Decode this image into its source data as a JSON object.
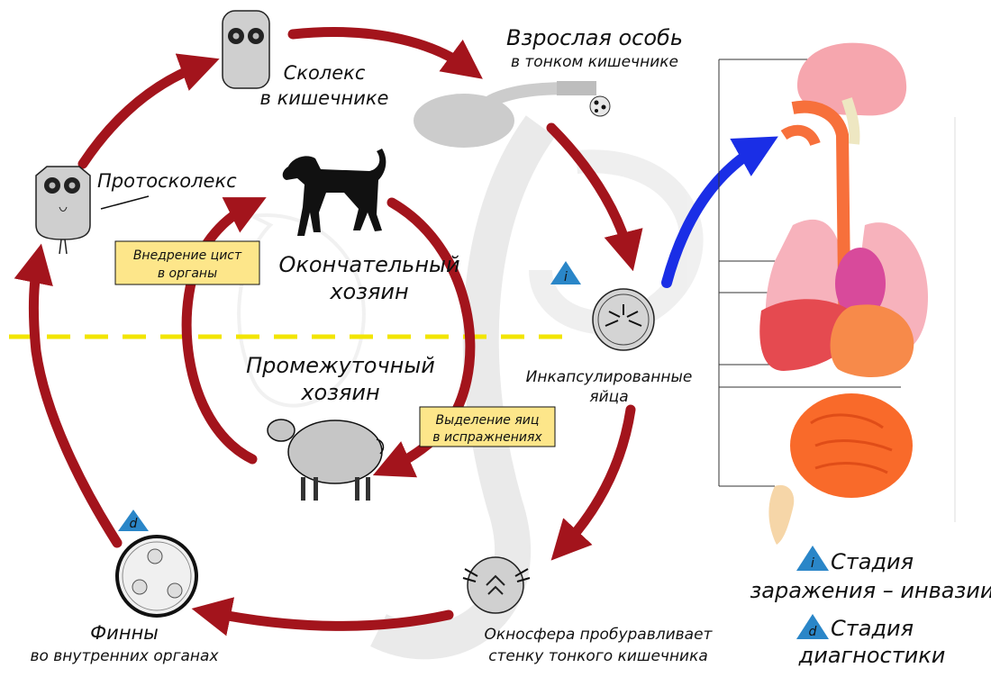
{
  "stages": {
    "adult": {
      "title": "Взрослая особь",
      "sub": "в тонком кишечнике"
    },
    "scolex": {
      "line1": "Сколекс",
      "line2": "в кишечнике"
    },
    "protoscolex": {
      "label": "Протосколекс"
    },
    "eggs": {
      "line1": "Инкапсулированные",
      "line2": "яйца"
    },
    "oncosphere": {
      "line1": "Окносфера пробуравливает",
      "line2": "стенку тонкого кишечника"
    },
    "finns": {
      "line1": "Финны",
      "line2": "во внутренних органах"
    }
  },
  "hosts": {
    "definitive": {
      "line1": "Окончательный",
      "line2": "хозяин"
    },
    "intermediate": {
      "line1": "Промежуточный",
      "line2": "хозяин"
    }
  },
  "notes": {
    "cysts": {
      "line1": "Внедрение цист",
      "line2": "в органы"
    },
    "eggs_out": {
      "line1": "Выделение яиц",
      "line2": "в испражнениях"
    }
  },
  "markers": {
    "infective": "i",
    "diagnostic": "d"
  },
  "legend": {
    "infective": {
      "line1": "Стадия",
      "line2": "заражения – инвазии"
    },
    "diagnostic": {
      "line1": "Стадия",
      "line2": "диагностики"
    }
  },
  "colors": {
    "arrow": "#a3141c",
    "blue_arrow": "#1a2ee6",
    "divider": "#f2e500",
    "marker": "#2a86c8"
  }
}
